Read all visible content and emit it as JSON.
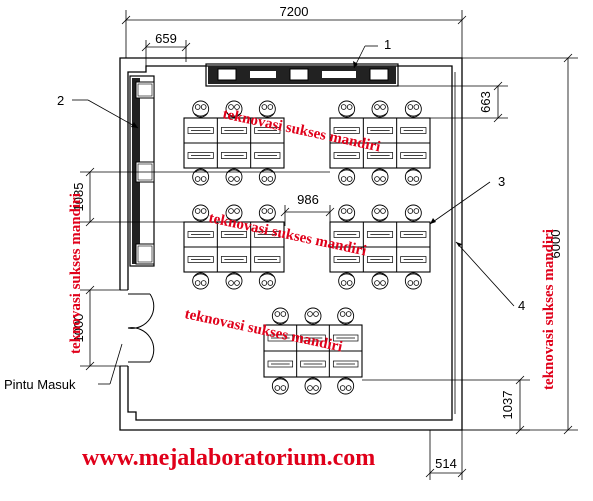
{
  "dimensions": {
    "overall_width": "7200",
    "side_bench_width": "659",
    "front_bench_gap": "663",
    "side_table_gap": "1085",
    "table_spacing": "986",
    "overall_height": "6000",
    "door_width": "1000",
    "rear_gap": "1037",
    "side_gap": "514"
  },
  "labels": {
    "callout_1": "1",
    "callout_2": "2",
    "callout_3": "3",
    "callout_4": "4",
    "entrance": "Pintu Masuk"
  },
  "watermark": {
    "text": "teknovasi sukses mandiri",
    "url": "www.mejalaboratorium.com",
    "color": "#e0001a"
  },
  "colors": {
    "line": "#000000",
    "brand": "#e0001a"
  }
}
